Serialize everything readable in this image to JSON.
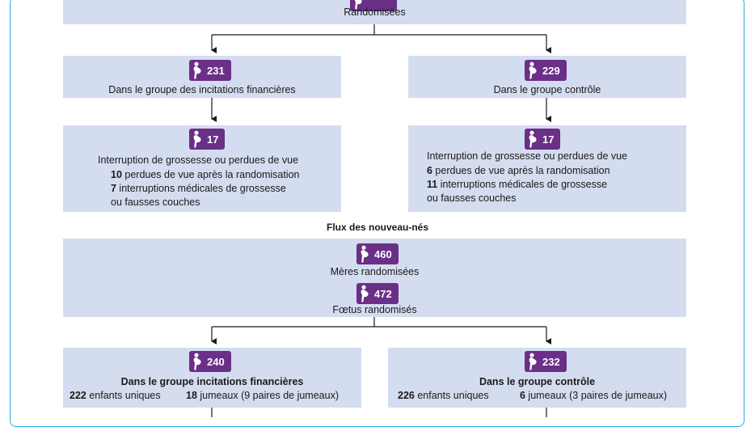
{
  "top": {
    "label": "Randomisées"
  },
  "left_group": {
    "count": "231",
    "label": "Dans le groupe des incitations financières"
  },
  "right_group": {
    "count": "229",
    "label": "Dans le groupe contrôle"
  },
  "left_loss": {
    "count": "17",
    "title": "Interruption de grossesse ou perdues de vue",
    "line1_num": "10",
    "line1_text": " perdues de vue après la randomisation",
    "line2_num": "7",
    "line2_text": " interruptions médicales de grossesse",
    "line3": "ou fausses couches"
  },
  "right_loss": {
    "count": "17",
    "title": "Interruption de grossesse ou perdues de vue",
    "line1_num": "6",
    "line1_text": " perdues de vue après la randomisation",
    "line2_num": "11",
    "line2_text": " interruptions médicales de grossesse",
    "line3": "ou fausses couches"
  },
  "newborn_flow": {
    "heading": "Flux des nouveau-nés",
    "mothers_count": "460",
    "mothers_label": "Mères randomisées",
    "fetus_count": "472",
    "fetus_label": "Fœtus randomisés"
  },
  "left_newborn": {
    "count": "240",
    "title": "Dans le groupe incitations financières",
    "single_num": "222",
    "single_text": " enfants uniques",
    "twins_num": "18",
    "twins_text": " jumeaux (9 paires de jumeaux)"
  },
  "right_newborn": {
    "count": "232",
    "title": "Dans le groupe contrôle",
    "single_num": "226",
    "single_text": " enfants uniques",
    "twins_num": "6",
    "twins_text": " jumeaux (3 paires de jumeaux)"
  },
  "colors": {
    "box": "#d4dcef",
    "badge": "#6a2f86",
    "frame": "#2aa9e0"
  },
  "icon": "pregnant-woman-icon"
}
